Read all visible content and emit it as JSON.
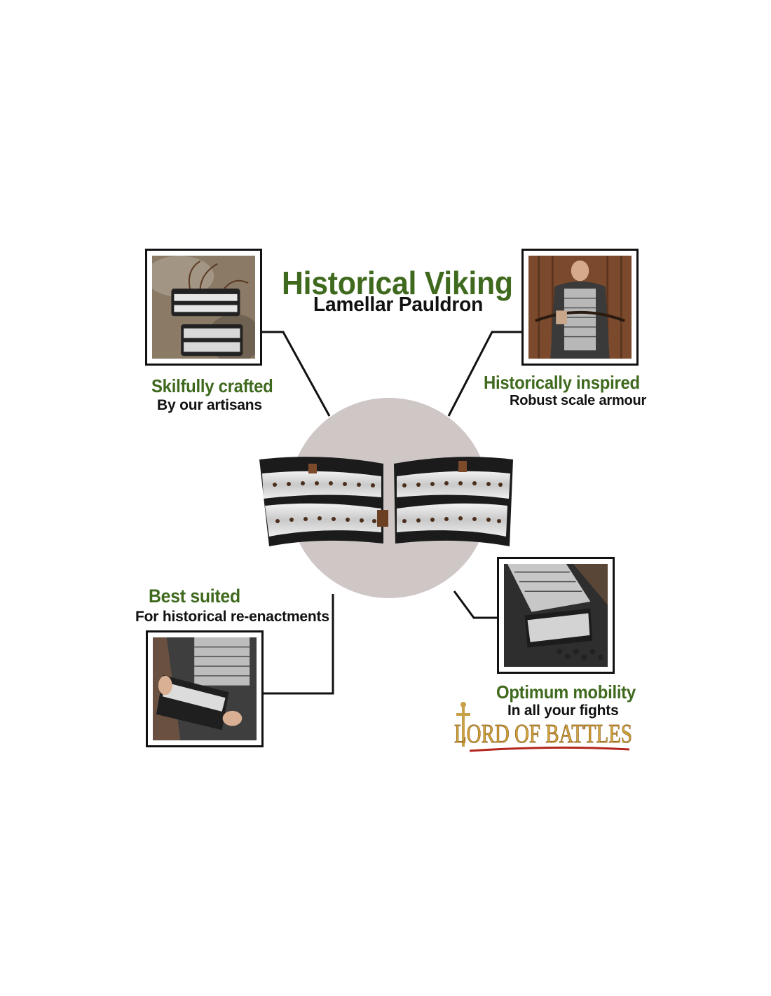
{
  "title": {
    "main": "Historical Viking",
    "sub": "Lamellar Pauldron"
  },
  "features": [
    {
      "heading": "Skilfully crafted",
      "sub": "By our artisans",
      "photo_icon": "pauldron-pieces-photo"
    },
    {
      "heading": "Historically inspired",
      "sub": "Robust scale armour",
      "photo_icon": "warrior-archer-photo"
    },
    {
      "heading": "Best suited",
      "sub": "For historical re-enactments",
      "photo_icon": "hands-holding-pauldron-photo"
    },
    {
      "heading": "Optimum mobility",
      "sub": "In all your fights",
      "photo_icon": "shoulder-armour-photo"
    }
  ],
  "brand": {
    "logo_text": "LORD OF BATTLES"
  },
  "colors": {
    "heading_green": "#3f6a1e",
    "circle": "#cfc6c6",
    "logo_gold": "#d2a53a",
    "logo_red": "#b3261e"
  }
}
